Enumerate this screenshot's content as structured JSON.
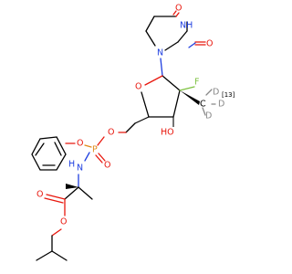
{
  "molecule": {
    "atom_labels": {
      "o_top_carbonyl": "O",
      "nh_ring": "NH",
      "o_right_carbonyl": "O",
      "n_ring": "N",
      "o_furanose": "O",
      "f_atom": "F",
      "d_upper": "D",
      "isotope_13": "[13]",
      "c_label": "C",
      "d_right": "D",
      "d_lower": "D",
      "ho_label": "HO",
      "o_link": "O",
      "o_phenoxy": "O",
      "p_atom": "P",
      "nh_amide": "H",
      "n_amide": "N",
      "o_phosphoryl": "O",
      "o_ester_carbonyl": "O",
      "o_ester": "O"
    },
    "colors": {
      "oxygen": "#e8170d",
      "nitrogen": "#1f3fe0",
      "phosphorus": "#e08a1a",
      "fluorine": "#7ec242",
      "deuterium": "#888888",
      "carbon": "#000000"
    }
  }
}
